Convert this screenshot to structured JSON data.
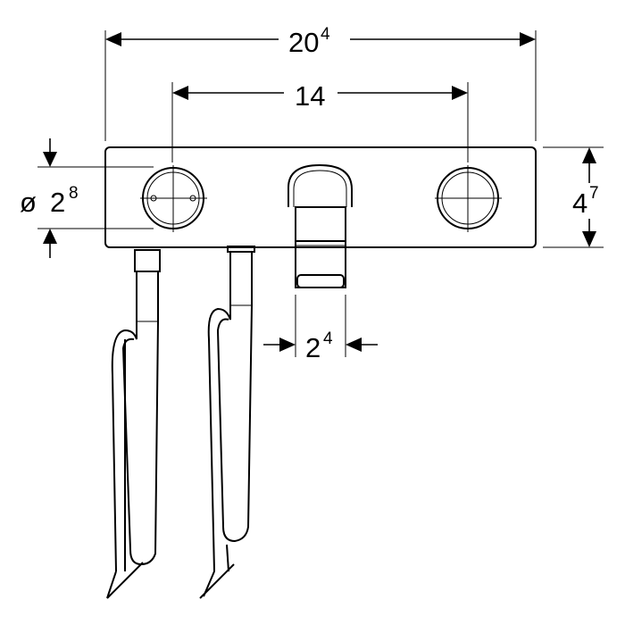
{
  "drawing": {
    "overall_width": {
      "main": "20",
      "sup": "4"
    },
    "center_distance": {
      "main": "14",
      "sup": ""
    },
    "diameter": {
      "symbol": "ø",
      "main": "2",
      "sup": "8"
    },
    "height": {
      "main": "4",
      "sup": "7"
    },
    "spout_width": {
      "main": "2",
      "sup": "4"
    }
  },
  "colors": {
    "line": "#000000",
    "background": "#ffffff"
  }
}
